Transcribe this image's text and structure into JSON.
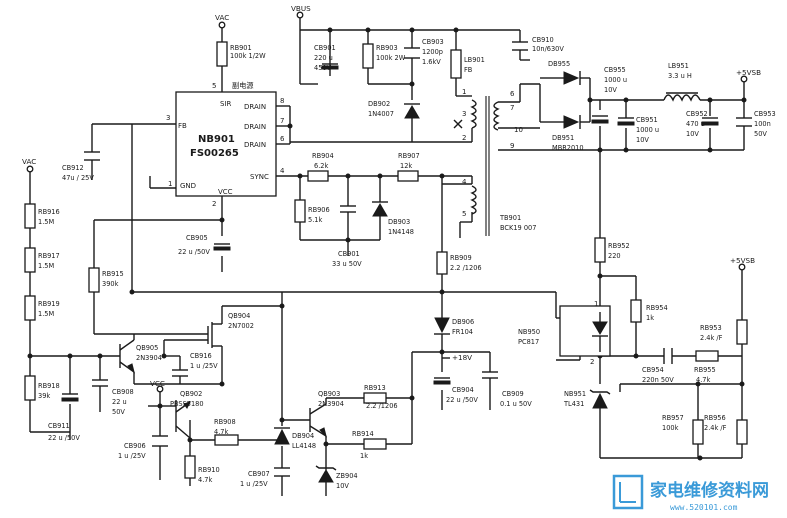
{
  "ic": {
    "ref": "NB901",
    "part": "FS00265",
    "pin_sir": "SIR",
    "pin_fb": "FB",
    "pin_gnd": "GND",
    "pin_vcc": "VCC",
    "pin_sync": "SYNC",
    "pin_drain": "DRAIN",
    "pin_3": "3",
    "pin_5": "5",
    "pin_1": "1",
    "pin_2": "2",
    "pin_4": "4",
    "pin_6": "6",
    "pin_7": "7",
    "pin_8": "8",
    "note": "副电源"
  },
  "rails": {
    "vac_top": "VAC",
    "vbus": "VBUS",
    "vac_left": "VAC",
    "vcc": "VCC",
    "v18": "+18V",
    "vsb_out": "+5VSB",
    "vsb_right": "+5VSB"
  },
  "parts": {
    "rb901": [
      "RB901",
      "100k 1/2W"
    ],
    "cb901": [
      "CB901",
      "220 u",
      "450V"
    ],
    "rb903": [
      "RB903",
      "100k 2W"
    ],
    "cb903": [
      "CB903",
      "1200p",
      "1.6kV"
    ],
    "cb910": [
      "CB910",
      "10n/630V"
    ],
    "db902": [
      "DB902",
      "1N4007"
    ],
    "lb901": [
      "LB901",
      "FB"
    ],
    "db955": [
      "DB955"
    ],
    "cb955": [
      "CB955",
      "1000 u",
      "10V"
    ],
    "lb951": [
      "LB951",
      "3.3 u H"
    ],
    "cb951": [
      "CB951",
      "1000 u",
      "10V"
    ],
    "db951": [
      "DB951",
      "MBR2010"
    ],
    "cb952": [
      "CB952",
      "470 u",
      "10V"
    ],
    "cb953": [
      "CB953",
      "100n",
      "50V"
    ],
    "cb912": [
      "CB912",
      "47u / 25V"
    ],
    "rb904": [
      "RB904",
      "6.2k"
    ],
    "rb907": [
      "RB907",
      "12k"
    ],
    "rb906": [
      "RB906",
      "5.1k"
    ],
    "db903": [
      "DB903",
      "1N4148"
    ],
    "cb901b": [
      "CB901",
      "33 u 50V"
    ],
    "tb901": [
      "TB901",
      "BCK19 007"
    ],
    "rb916": [
      "RB916",
      "1.5M"
    ],
    "rb917": [
      "RB917",
      "1.5M"
    ],
    "rb919": [
      "RB919",
      "1.5M"
    ],
    "rb918": [
      "RB918",
      "39k"
    ],
    "cb911": [
      "CB911",
      "22 u /50V"
    ],
    "cb905": [
      "CB905",
      "22 u /50V"
    ],
    "rb915": [
      "RB915",
      "390k"
    ],
    "qb904": [
      "QB904",
      "2N7002"
    ],
    "qb905": [
      "QB905",
      "2N3904"
    ],
    "cb916": [
      "CB916",
      "1 u /25V"
    ],
    "cb908": [
      "CB908",
      "22 u",
      "50V"
    ],
    "qb902": [
      "QB902",
      "PBSS5180"
    ],
    "rb908": [
      "RB908",
      "4.7k"
    ],
    "cb906": [
      "CB906",
      "1 u /25V"
    ],
    "rb910": [
      "RB910",
      "4.7k"
    ],
    "db904": [
      "DB904",
      "LL4148"
    ],
    "cb907": [
      "CB907",
      "1 u /25V"
    ],
    "qb903": [
      "QB903",
      "2N3904"
    ],
    "rb913": [
      "RB913",
      "2.2 /1206"
    ],
    "rb914": [
      "RB914",
      "1k"
    ],
    "zb904": [
      "ZB904",
      "10V"
    ],
    "rb909": [
      "RB909",
      "2.2 /1206"
    ],
    "db906": [
      "DB906",
      "FR104"
    ],
    "cb904": [
      "CB904",
      "22 u /50V"
    ],
    "cb909": [
      "CB909",
      "0.1 u 50V"
    ],
    "nb950": [
      "NB950",
      "PC817"
    ],
    "rb952": [
      "RB952",
      "220"
    ],
    "rb954": [
      "RB954",
      "1k"
    ],
    "cb954": [
      "CB954",
      "220n 50V"
    ],
    "rb955": [
      "RB955",
      "4.7k"
    ],
    "rb953": [
      "RB953",
      "2.4k /F"
    ],
    "nb951": [
      "NB951",
      "TL431"
    ],
    "rb957": [
      "RB957",
      "100k"
    ],
    "rb956": [
      "RB956",
      "2.4k /F"
    ]
  },
  "tx_pins": [
    "1",
    "2",
    "3",
    "4",
    "5",
    "6",
    "7",
    "9",
    "10"
  ],
  "opto_pins": [
    "1",
    "2"
  ],
  "watermark": {
    "name": "家电维修资料网",
    "url": "www.520101.com"
  }
}
